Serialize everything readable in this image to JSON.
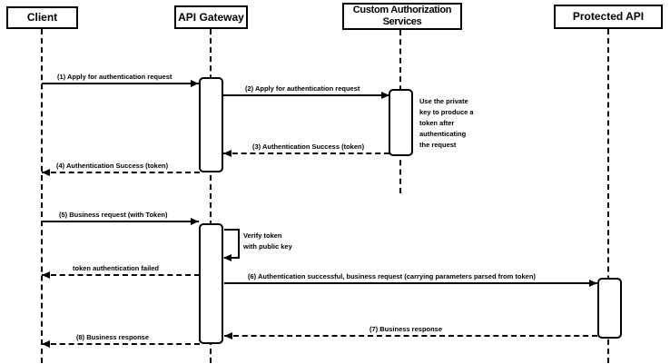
{
  "diagram_type": "sequence-diagram",
  "colors": {
    "stroke": "#000000",
    "fill": "#ffffff"
  },
  "participants": [
    {
      "name": "Client"
    },
    {
      "name": "API Gateway"
    },
    {
      "name": "Custom Authorization Services"
    },
    {
      "name": "Protected API"
    }
  ],
  "messages": [
    {
      "label": "(1) Apply for authentication request",
      "from": "Client",
      "to": "API Gateway",
      "line": "solid"
    },
    {
      "label": "(2) Apply for authentication request",
      "from": "API Gateway",
      "to": "Custom Authorization Services",
      "line": "solid"
    },
    {
      "label": "(3) Authentication Success (token)",
      "from": "Custom Authorization Services",
      "to": "API Gateway",
      "line": "dashed"
    },
    {
      "label": "(4) Authentication Success (token)",
      "from": "API Gateway",
      "to": "Client",
      "line": "dashed"
    },
    {
      "label": "(5) Business request (with Token)",
      "from": "Client",
      "to": "API Gateway",
      "line": "solid"
    },
    {
      "label": "Verify token\nwith public key",
      "from": "API Gateway",
      "to": "API Gateway",
      "line": "solid",
      "self_message": true
    },
    {
      "label": "token authentication failed",
      "from": "API Gateway",
      "to": "Client",
      "line": "dashed"
    },
    {
      "label": "(6) Authentication successful, business request (carrying parameters parsed from token)",
      "from": "API Gateway",
      "to": "Protected API",
      "line": "solid"
    },
    {
      "label": "(7) Business response",
      "from": "Protected API",
      "to": "API Gateway",
      "line": "dashed"
    },
    {
      "label": "(8) Business response",
      "from": "API Gateway",
      "to": "Client",
      "line": "dashed"
    }
  ],
  "notes": [
    {
      "text": "Use the private\nkey to produce a\ntoken after\nauthenticating\nthe request",
      "attached_to": "Custom Authorization Services"
    }
  ]
}
